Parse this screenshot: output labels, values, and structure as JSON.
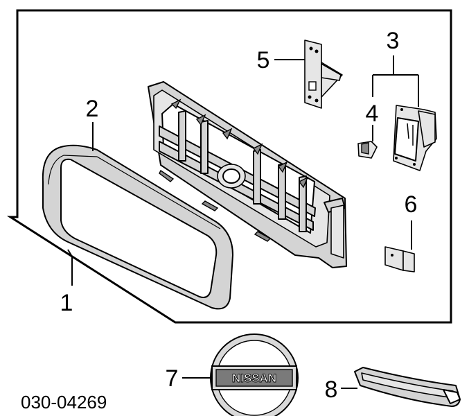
{
  "diagram": {
    "part_number": "030-04269",
    "callouts": {
      "c1": "1",
      "c2": "2",
      "c3": "3",
      "c4": "4",
      "c5": "5",
      "c6": "6",
      "c7": "7",
      "c8": "8"
    },
    "emblem_text": "NISSAN"
  }
}
